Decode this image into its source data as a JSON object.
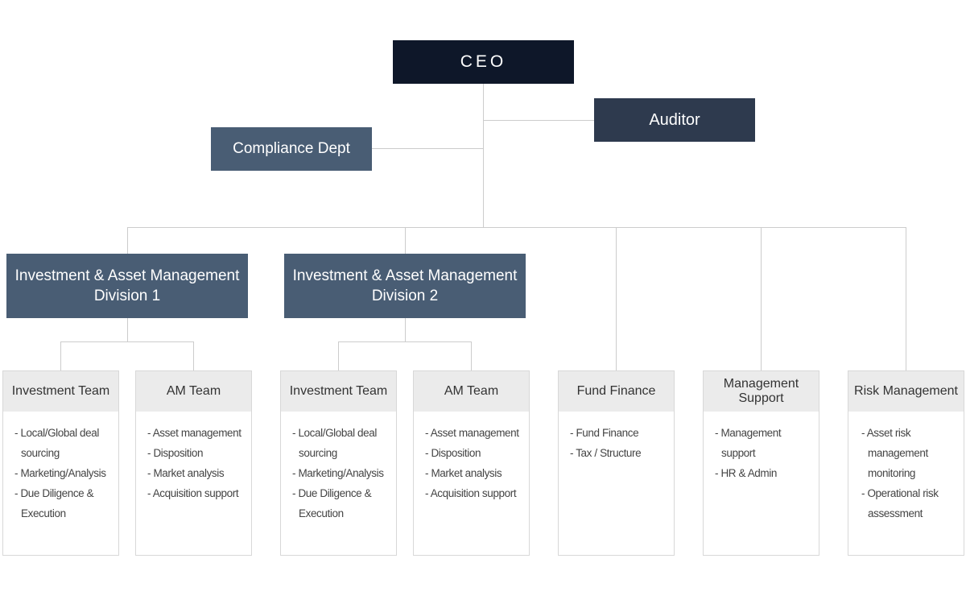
{
  "ceo": "CEO",
  "auditor": "Auditor",
  "compliance": "Compliance Dept",
  "divisions": [
    {
      "line1": "Investment & Asset Management",
      "line2": "Division 1"
    },
    {
      "line1": "Investment & Asset Management",
      "line2": "Division 2"
    }
  ],
  "teams": [
    {
      "title": "Investment Team",
      "items": [
        "- Local/Global deal sourcing",
        "- Marketing/Analysis",
        "- Due Diligence & Execution"
      ]
    },
    {
      "title": "AM Team",
      "items": [
        "- Asset management",
        "- Disposition",
        "- Market analysis",
        "- Acquisition support"
      ]
    },
    {
      "title": "Investment Team",
      "items": [
        "- Local/Global deal sourcing",
        "- Marketing/Analysis",
        "- Due Diligence & Execution"
      ]
    },
    {
      "title": "AM Team",
      "items": [
        "- Asset management",
        "- Disposition",
        "- Market analysis",
        "- Acquisition support"
      ]
    },
    {
      "title": "Fund Finance",
      "items": [
        "- Fund Finance",
        "- Tax / Structure"
      ]
    },
    {
      "title": "Management Support",
      "items": [
        "- Management support",
        "- HR & Admin"
      ]
    },
    {
      "title": "Risk Management",
      "items": [
        "- Asset risk management monitoring",
        "- Operational risk assessment"
      ]
    }
  ],
  "colors": {
    "ceo": "#0e1729",
    "auditor": "#2e3a4e",
    "dept": "#495d74",
    "team_header": "#ebebeb",
    "connector": "#cccccc"
  }
}
